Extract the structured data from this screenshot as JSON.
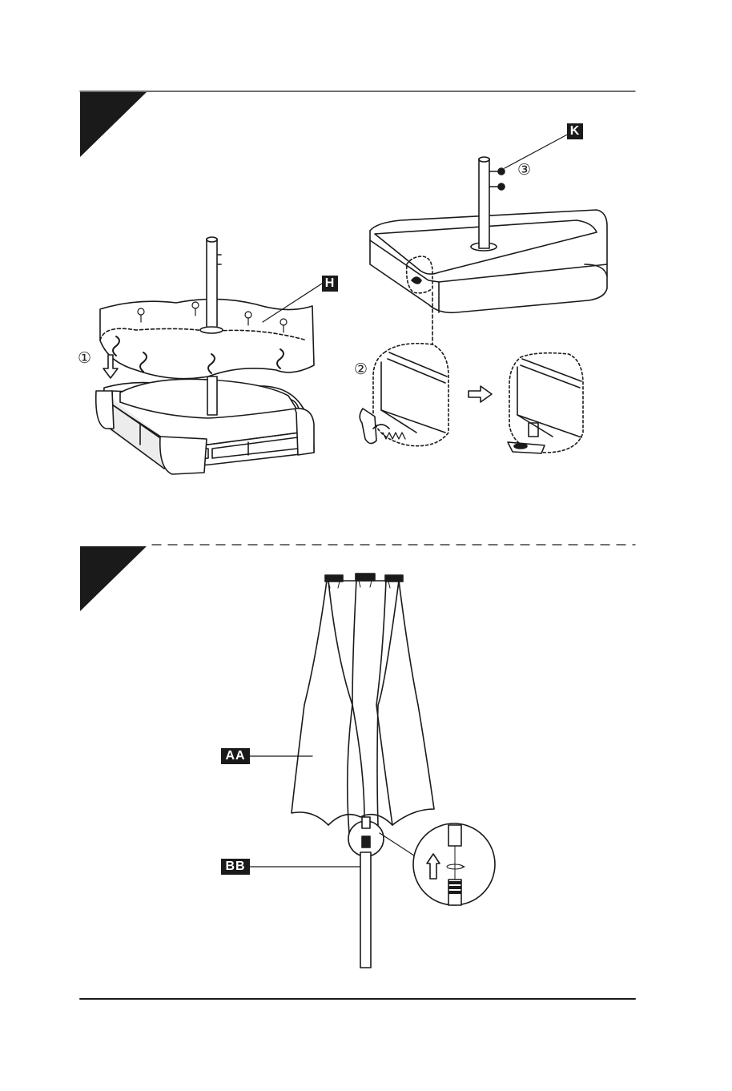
{
  "step1": {
    "part_labels": {
      "base_cover": "H",
      "knob": "K"
    },
    "step_numbers": {
      "first": "①",
      "second": "②",
      "third": "③"
    }
  },
  "step2": {
    "part_labels": {
      "canopy": "AA",
      "bottom_pole": "BB"
    }
  },
  "colors": {
    "ink": "#1a1a1a",
    "paper": "#ffffff"
  }
}
